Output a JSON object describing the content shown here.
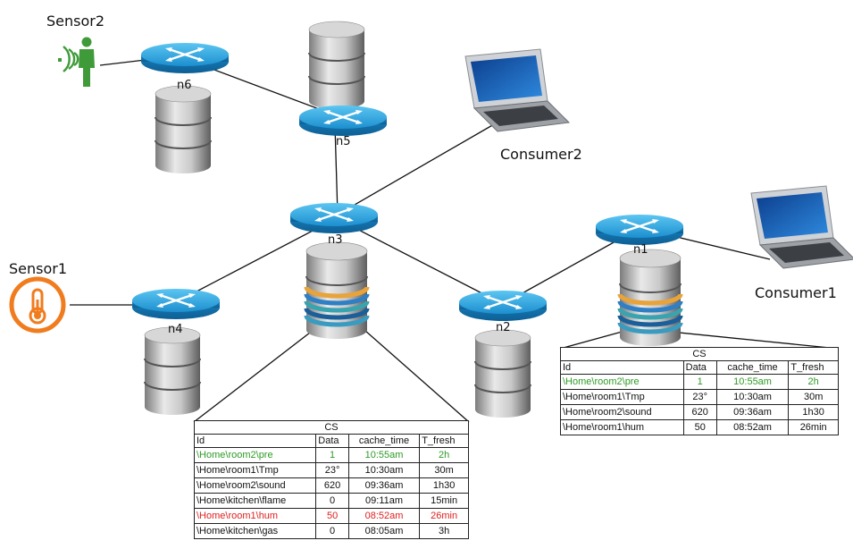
{
  "sensors": {
    "sensor1": {
      "label": "Sensor1",
      "icon": "thermometer-icon"
    },
    "sensor2": {
      "label": "Sensor2",
      "icon": "person-wireless-icon"
    }
  },
  "consumers": {
    "consumer1": {
      "label": "Consumer1",
      "icon": "laptop-icon"
    },
    "consumer2": {
      "label": "Consumer2",
      "icon": "laptop-icon"
    }
  },
  "routers": {
    "n1": "n1",
    "n2": "n2",
    "n3": "n3",
    "n4": "n4",
    "n5": "n5",
    "n6": "n6"
  },
  "colors": {
    "router": "#1f9fd8",
    "sensor1": "#f07c1e",
    "sensor2": "#3f9b3a",
    "fresh_row": "#2e9b26",
    "stale_row": "#e02020"
  },
  "cs_n3": {
    "caption": "CS",
    "headers": [
      "Id",
      "Data",
      "cache_time",
      "T_fresh"
    ],
    "rows": [
      [
        "\\Home\\room2\\pre",
        "1",
        "10:55am",
        "2h"
      ],
      [
        "\\Home\\room1\\Tmp",
        "23°",
        "10:30am",
        "30m"
      ],
      [
        "\\Home\\room2\\sound",
        "620",
        "09:36am",
        "1h30"
      ],
      [
        "\\Home\\kitchen\\flame",
        "0",
        "09:11am",
        "15min"
      ],
      [
        "\\Home\\room1\\hum",
        "50",
        "08:52am",
        "26min"
      ],
      [
        "\\Home\\kitchen\\gas",
        "0",
        "08:05am",
        "3h"
      ]
    ]
  },
  "cs_n1": {
    "caption": "CS",
    "headers": [
      "Id",
      "Data",
      "cache_time",
      "T_fresh"
    ],
    "rows": [
      [
        "\\Home\\room2\\pre",
        "1",
        "10:55am",
        "2h"
      ],
      [
        "\\Home\\room1\\Tmp",
        "23°",
        "10:30am",
        "30m"
      ],
      [
        "\\Home\\room2\\sound",
        "620",
        "09:36am",
        "1h30"
      ],
      [
        "\\Home\\room1\\hum",
        "50",
        "08:52am",
        "26min"
      ]
    ]
  }
}
